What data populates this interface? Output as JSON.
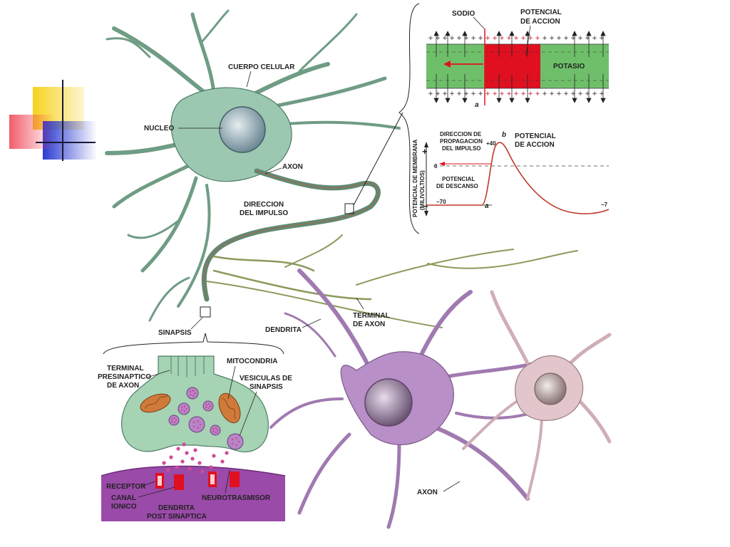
{
  "slide": {
    "neuron_labels": {
      "cell_body": "CUERPO CELULAR",
      "nucleus": "NUCLEO",
      "axon": "AXON",
      "impulse_direction_1": "DIRECCION",
      "impulse_direction_2": "DEL IMPULSO",
      "synapse": "SINAPSIS",
      "dendrite": "DENDRITA",
      "axon_terminal_1": "TERMINAL",
      "axon_terminal_2": "DE AXON",
      "axon_bottom": "AXON"
    },
    "membrane_panel": {
      "sodium": "SODIO",
      "action_potential_1": "POTENCIAL",
      "action_potential_2": "DE ACCION",
      "potassium": "POTASIO",
      "point_a": "a"
    },
    "potential_graph": {
      "ylabel_1": "POTENCIAL DE MEMBRANA",
      "ylabel_2": "(MILIVOLTIOS)",
      "plus": "+",
      "minus": "−",
      "tick_plus40": "+40",
      "tick_zero": "0",
      "tick_minus70": "−70",
      "tick_minus70_right": "−7",
      "propagation_1": "DIRECCION DE",
      "propagation_2": "PROPAGACION",
      "propagation_3": "DEL IMPULSO",
      "resting_1": "POTENCIAL",
      "resting_2": "DE DESCANSO",
      "peak_label_1": "POTENCIAL",
      "peak_label_2": "DE ACCION",
      "point_a": "a",
      "point_b": "b"
    },
    "synapse_inset": {
      "presynaptic_1": "TERMINAL",
      "presynaptic_2": "PRESINAPTICO",
      "presynaptic_3": "DE AXON",
      "mitochondria": "MITOCONDRIA",
      "vesicles_1": "VESICULAS DE",
      "vesicles_2": "SINAPSIS",
      "receptor": "RECEPTOR",
      "ion_channel_1": "CANAL",
      "ion_channel_2": "IONICO",
      "neurotransmitter": "NEUROTRASMISOR",
      "post_dendrite_1": "DENDRITA",
      "post_dendrite_2": "POST SINAPTICA"
    },
    "colors": {
      "green_neuron": "#9cc7b0",
      "purple_neuron": "#b98fc8",
      "pink_neuron": "#e2c6cc",
      "action_red": "#e01020",
      "membrane_green": "#6fbf6a",
      "deco_yellow": "#f7d21e",
      "deco_red": "#f04050",
      "deco_blue": "#2a3ad0"
    }
  }
}
